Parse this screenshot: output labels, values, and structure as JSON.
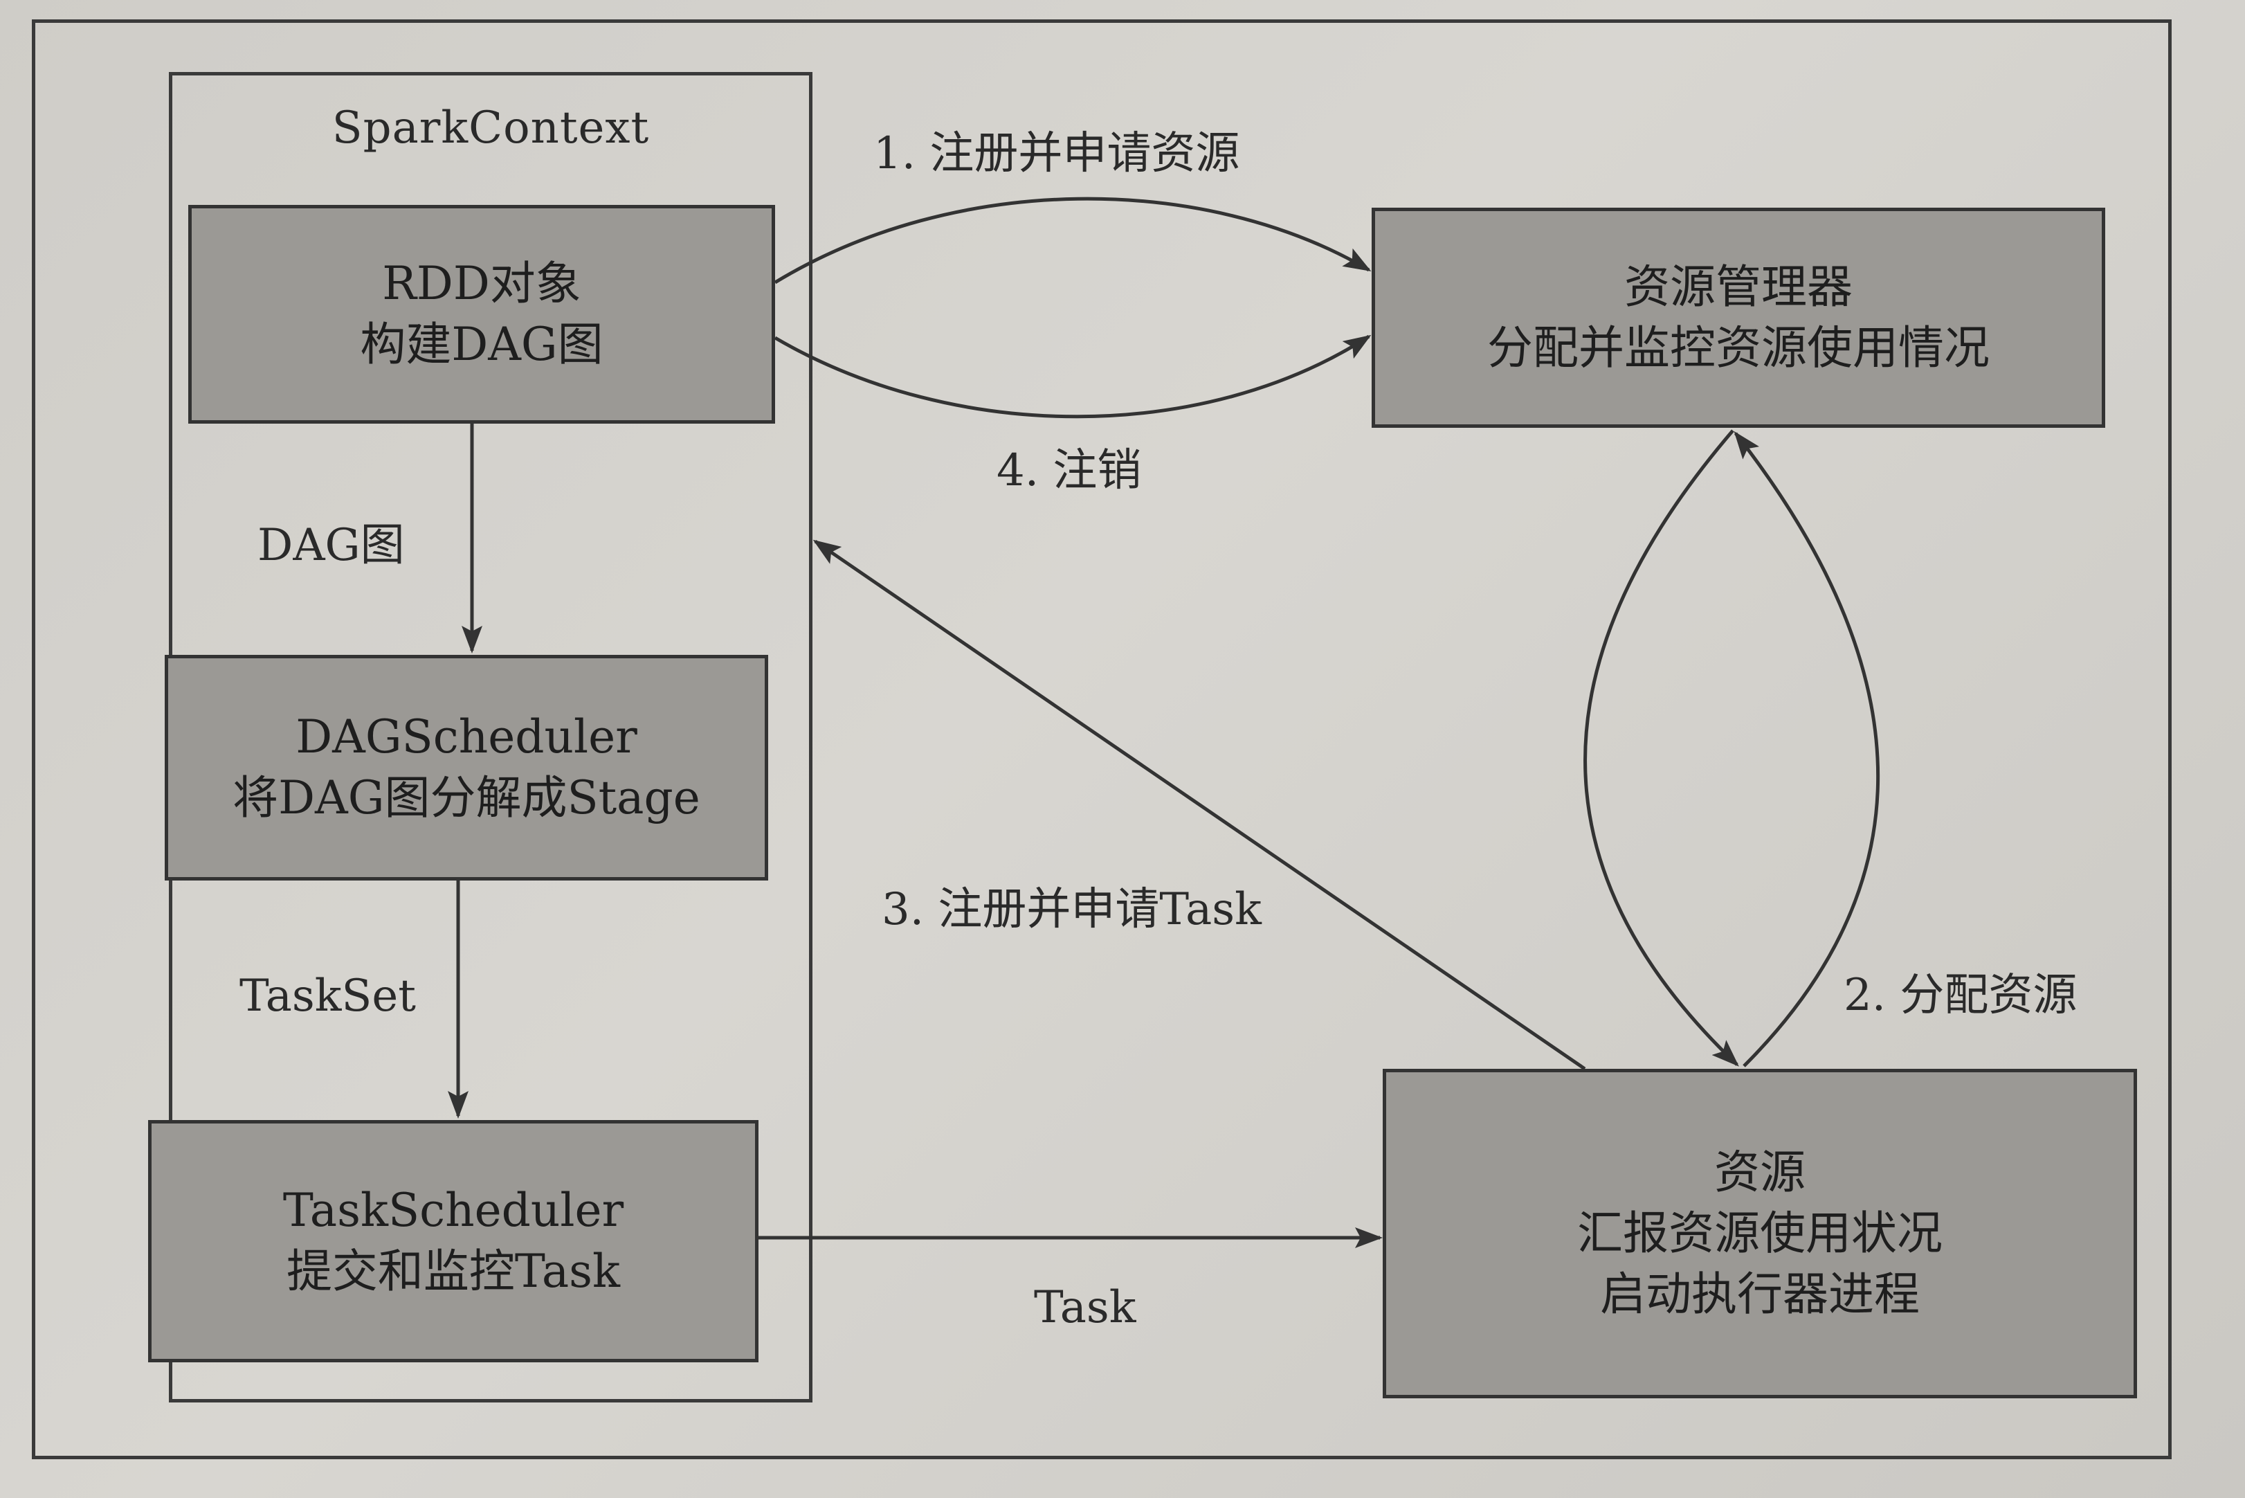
{
  "context": {
    "title": "SparkContext"
  },
  "boxes": {
    "rdd": {
      "line1": "RDD对象",
      "line2": "构建DAG图"
    },
    "dag_scheduler": {
      "line1": "DAGScheduler",
      "line2": "将DAG图分解成Stage"
    },
    "task_scheduler": {
      "line1": "TaskScheduler",
      "line2": "提交和监控Task"
    },
    "resource_manager": {
      "line1": "资源管理器",
      "line2": "分配并监控资源使用情况"
    },
    "resource": {
      "line1": "资源",
      "line2": "汇报资源使用状况",
      "line3": "启动执行器进程"
    }
  },
  "edges": {
    "register_request": "1. 注册并申请资源",
    "allocate": "2. 分配资源",
    "register_task": "3. 注册并申请Task",
    "unregister": "4. 注销",
    "dag_graph": "DAG图",
    "taskset": "TaskSet",
    "task": "Task"
  },
  "colors": {
    "box_fill": "#9b9995",
    "line": "#333333",
    "paper": "#d2d0cb"
  }
}
